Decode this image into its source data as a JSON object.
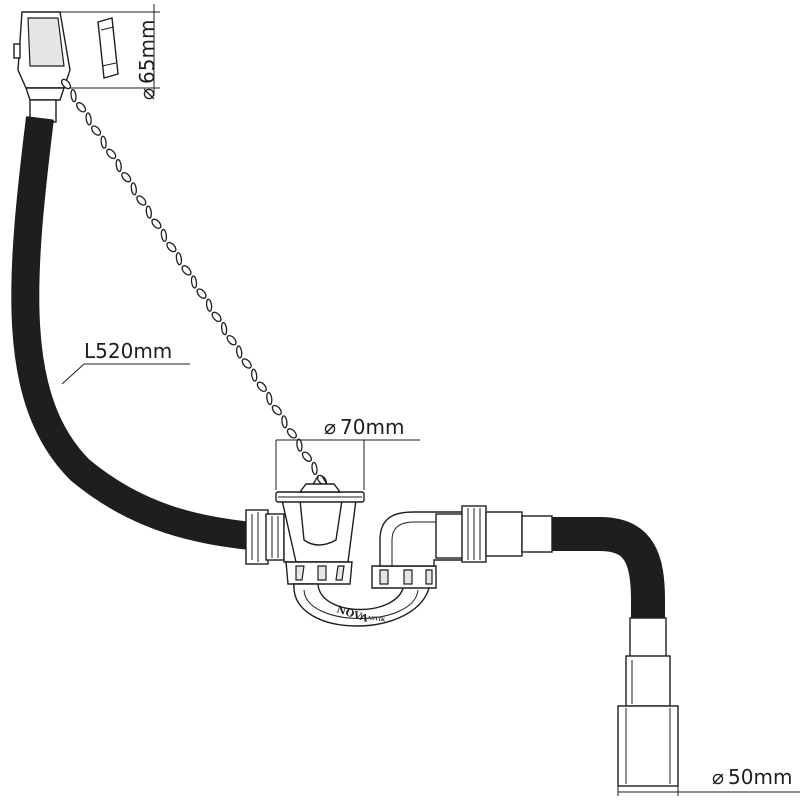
{
  "dimensions": {
    "overflow_diameter": "65mm",
    "hose_length": "L520mm",
    "plug_diameter": "70mm",
    "outlet_diameter": "50mm"
  },
  "brand": {
    "name": "NOVA",
    "sub": "PLASTIK"
  }
}
